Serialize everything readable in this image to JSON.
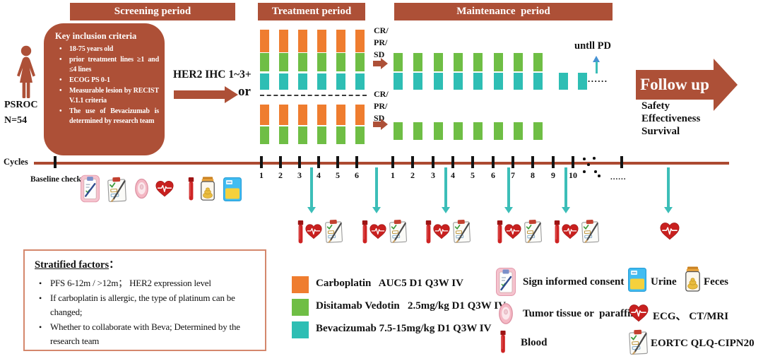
{
  "colors": {
    "brown": "#AD5037",
    "orange": "#EF7D2F",
    "green": "#6FBE45",
    "teal": "#2EBEB4",
    "timeline": "#AC4A31",
    "arrow_teal": "#3CBEB8",
    "box_border": "#D4876C"
  },
  "headers": {
    "screening": "Screening period",
    "treatment": "Treatment period",
    "maintenance": "Maintenance  period"
  },
  "cohort": {
    "name": "PSROC",
    "n": "N=54"
  },
  "inclusion": {
    "title": "Key inclusion criteria",
    "items": [
      "18-75 years old",
      "prior treatment lines ≥1 and ≤4 lines",
      "ECOG PS 0-1",
      "Measurable lesion by RECIST V.1.1 criteria",
      "The use of Bevacizumab is determined by research team"
    ]
  },
  "flow": {
    "her2": "HER2 IHC 1~3+",
    "or": "or",
    "response": [
      "CR/",
      "PR/",
      "SD"
    ],
    "until_pd": "untll PD",
    "bars_ellipsis": "......"
  },
  "follow_up": {
    "title": "Follow up",
    "outcomes": [
      "Safety",
      "Effectiveness",
      "Survival"
    ]
  },
  "timeline": {
    "cycles_label": "Cycles",
    "baseline_label": "Baseline check",
    "treatment_cycle_labels": [
      "1",
      "2",
      "3",
      "4",
      "5",
      "6"
    ],
    "maintenance_cycle_labels": [
      "1",
      "2",
      "3",
      "4",
      "5",
      "6",
      "7",
      "8",
      "9",
      "10"
    ],
    "ellipsis": "......"
  },
  "schedule": {
    "arm_top": {
      "treatment": [
        "orange",
        "green",
        "teal"
      ],
      "maintenance_full": [
        "green",
        "teal"
      ],
      "maintenance_tail": [
        "teal"
      ]
    },
    "arm_bottom": {
      "treatment": [
        "orange",
        "green"
      ],
      "maintenance": [
        "green"
      ]
    },
    "baseline_icons": [
      "consent",
      "eortc",
      "tumor",
      "ecg",
      "blood",
      "feces",
      "urine"
    ],
    "assessment_groups": [
      [
        "blood",
        "ecg",
        "eortc"
      ],
      [
        "blood",
        "ecg",
        "eortc"
      ],
      [
        "blood",
        "ecg",
        "eortc"
      ],
      [
        "blood",
        "ecg",
        "eortc"
      ],
      [
        "blood",
        "ecg",
        "eortc"
      ],
      [
        "ecg"
      ]
    ]
  },
  "stratified": {
    "title": "Stratified factors",
    "colon": "：",
    "items": [
      "PFS 6-12m / >12m；  HER2 expression level",
      "If carboplatin is allergic, the type of platinum can be changed;",
      "Whether to collaborate with Beva; Determined by the research team"
    ]
  },
  "drug_legend": {
    "items": [
      {
        "color": "#EF7D2F",
        "label": "Carboplatin   AUC5 D1 Q3W IV"
      },
      {
        "color": "#6FBE45",
        "label": "Disitamab Vedotin   2.5mg/kg D1 Q3W IV"
      },
      {
        "color": "#2EBEB4",
        "label": "Bevacizumab 7.5-15mg/kg D1 Q3W IV"
      }
    ]
  },
  "icon_legend": {
    "items": [
      {
        "icon": "consent",
        "label": "Sign informed consent"
      },
      {
        "icon": "tumor",
        "label": "Tumor tissue or  paraffin"
      },
      {
        "icon": "blood",
        "label": "Blood"
      },
      {
        "icon": "urine",
        "label": "Urine"
      },
      {
        "icon": "ecg",
        "label": "ECG、 CT/MRI"
      },
      {
        "icon": "eortc",
        "label": "EORTC QLQ-CIPN20"
      },
      {
        "icon": "feces",
        "label": "Feces"
      }
    ]
  }
}
